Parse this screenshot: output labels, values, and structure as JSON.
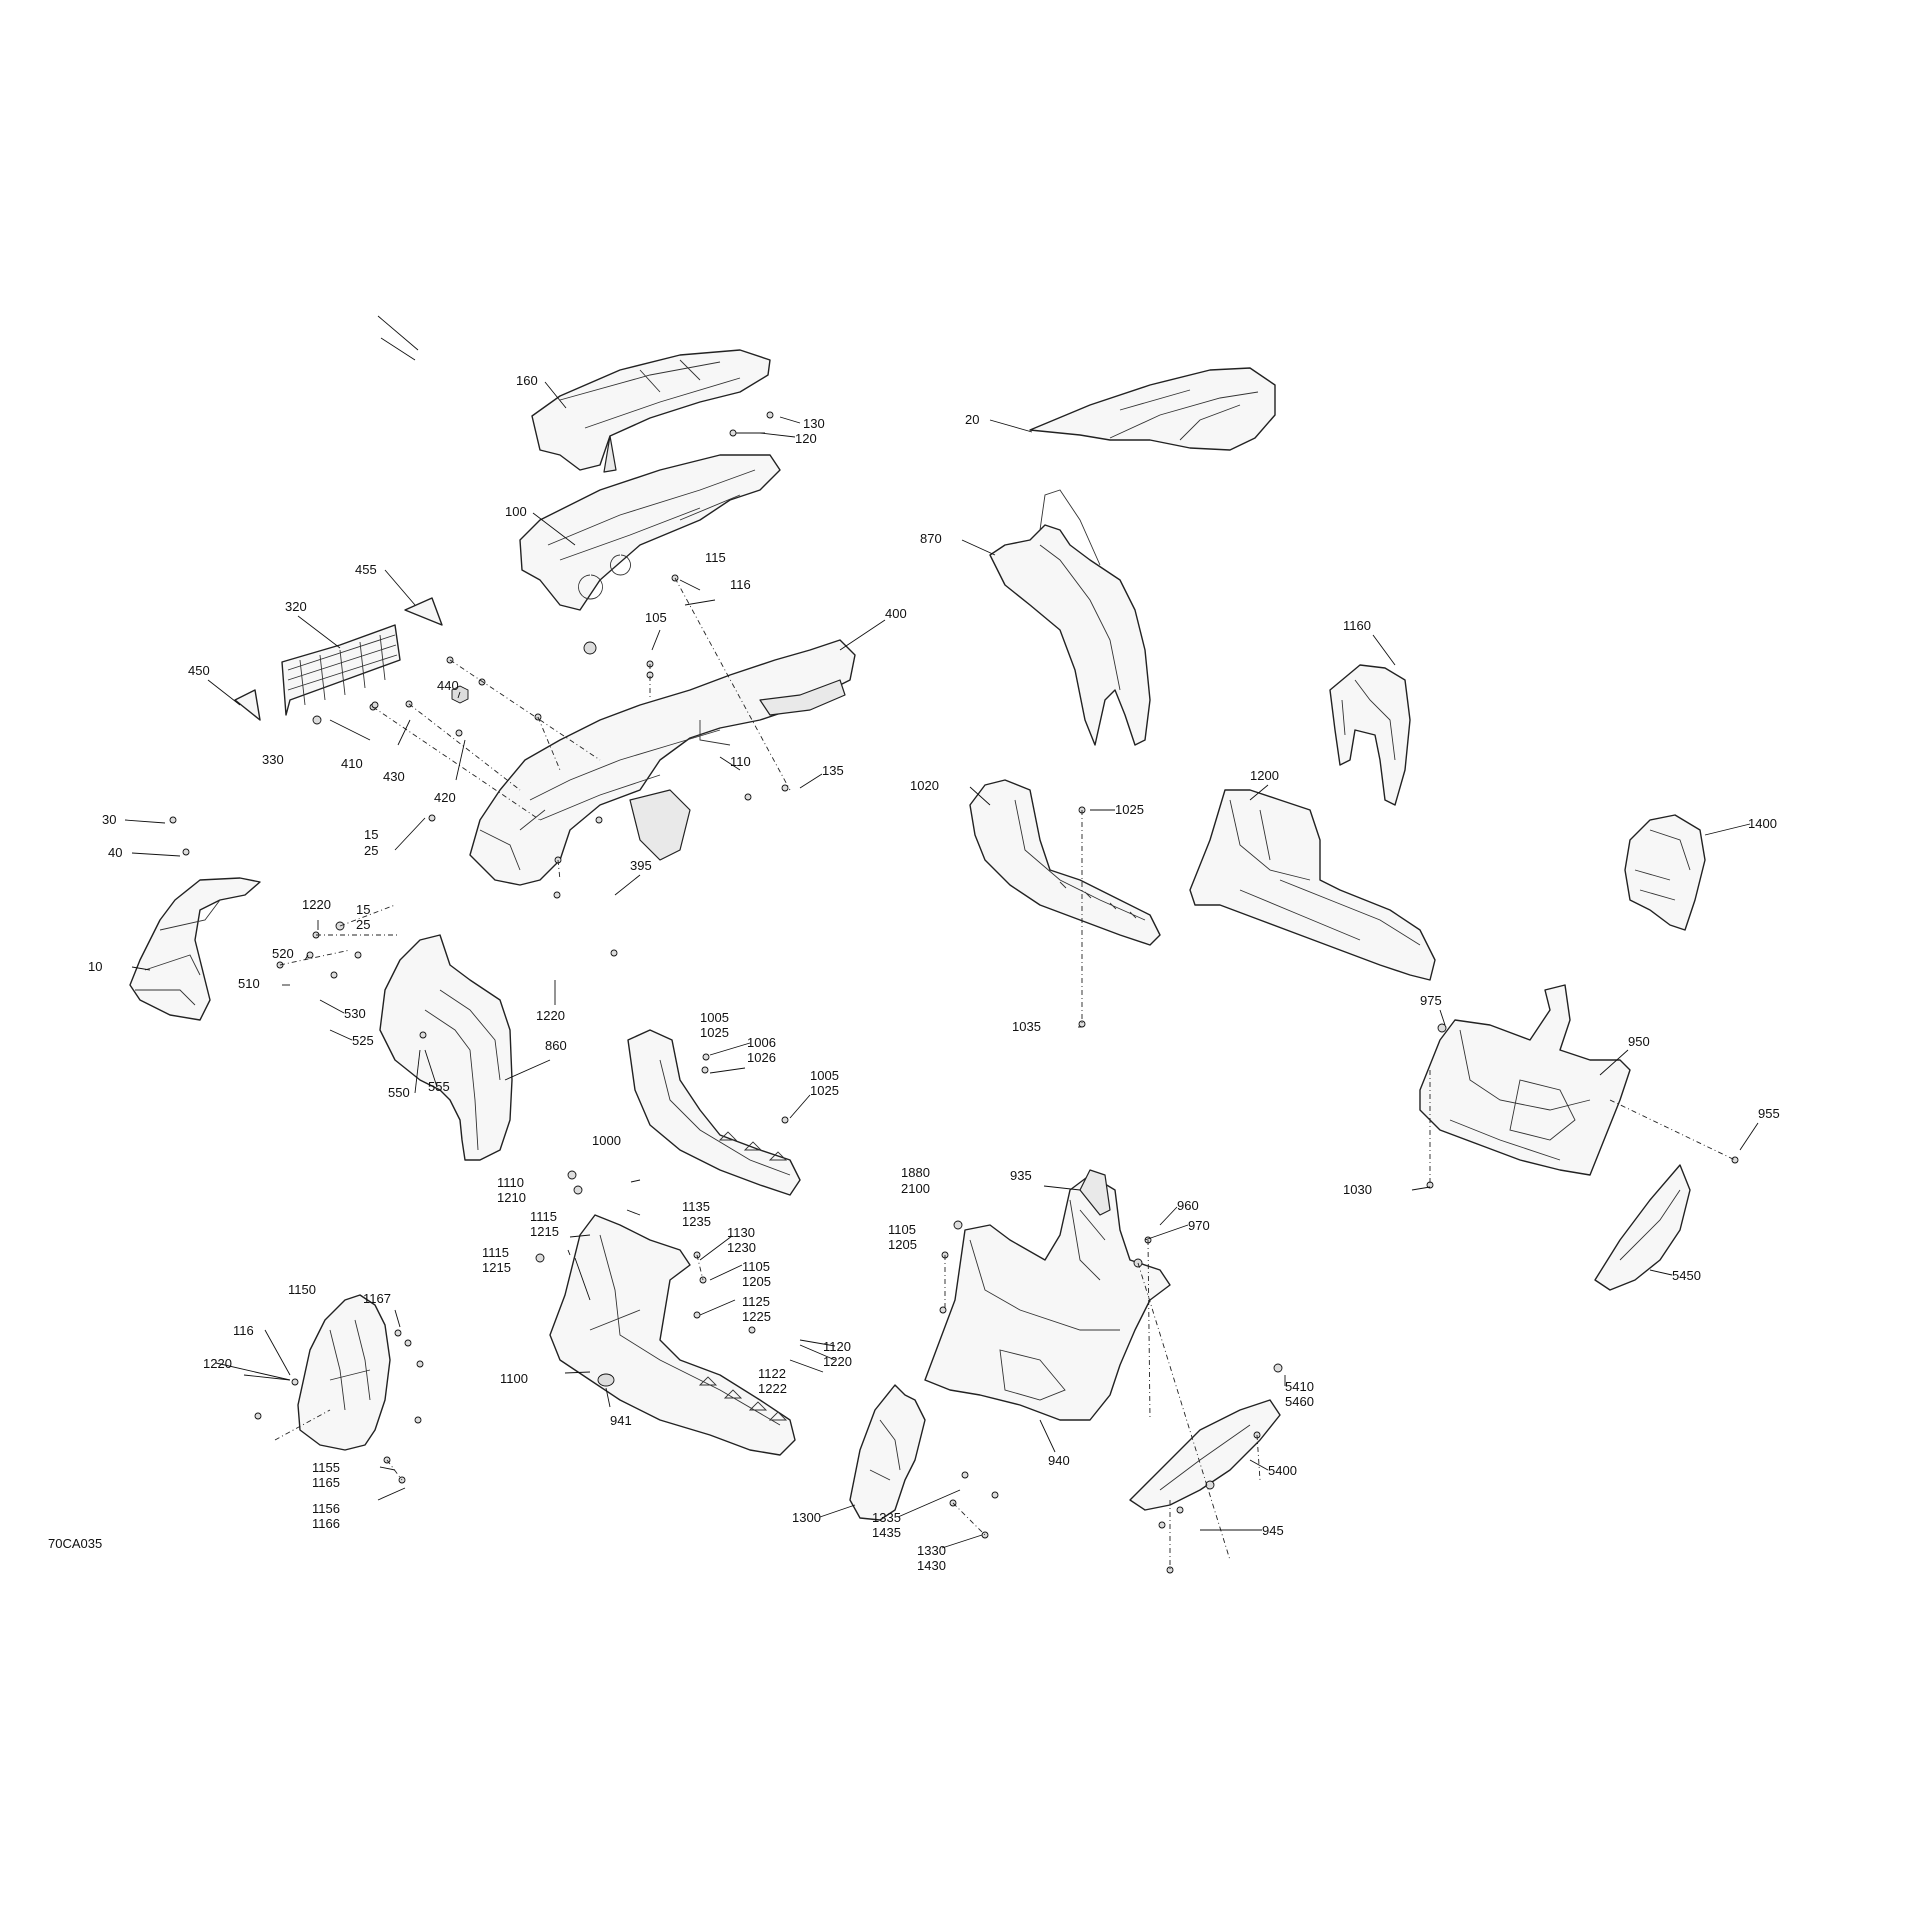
{
  "diagram": {
    "drawing_code": "70CA035",
    "callouts": [
      {
        "id": "c160",
        "text": "160"
      },
      {
        "id": "c130",
        "text": "130"
      },
      {
        "id": "c120",
        "text": "120"
      },
      {
        "id": "c100",
        "text": "100"
      },
      {
        "id": "c20",
        "text": "20"
      },
      {
        "id": "c870",
        "text": "870"
      },
      {
        "id": "c455",
        "text": "455"
      },
      {
        "id": "c320",
        "text": "320"
      },
      {
        "id": "c450",
        "text": "450"
      },
      {
        "id": "c330",
        "text": "330"
      },
      {
        "id": "c115",
        "text": "115"
      },
      {
        "id": "c116a",
        "text": "116"
      },
      {
        "id": "c105",
        "text": "105"
      },
      {
        "id": "c400",
        "text": "400"
      },
      {
        "id": "c440",
        "text": "440"
      },
      {
        "id": "c410",
        "text": "410"
      },
      {
        "id": "c430",
        "text": "430"
      },
      {
        "id": "c420",
        "text": "420"
      },
      {
        "id": "c110",
        "text": "110"
      },
      {
        "id": "c135",
        "text": "135"
      },
      {
        "id": "c1160",
        "text": "1160"
      },
      {
        "id": "c30",
        "text": "30"
      },
      {
        "id": "c40",
        "text": "40"
      },
      {
        "id": "c15a",
        "text": "15"
      },
      {
        "id": "c25a",
        "text": "25"
      },
      {
        "id": "c395",
        "text": "395"
      },
      {
        "id": "c1020",
        "text": "1020"
      },
      {
        "id": "c1025",
        "text": "1025"
      },
      {
        "id": "c1200",
        "text": "1200"
      },
      {
        "id": "c1400",
        "text": "1400"
      },
      {
        "id": "c1220a",
        "text": "1220"
      },
      {
        "id": "c15b",
        "text": "15"
      },
      {
        "id": "c25b",
        "text": "25"
      },
      {
        "id": "c10",
        "text": "10"
      },
      {
        "id": "c520",
        "text": "520"
      },
      {
        "id": "c510",
        "text": "510"
      },
      {
        "id": "c1220b",
        "text": "1220"
      },
      {
        "id": "c1035",
        "text": "1035"
      },
      {
        "id": "c975",
        "text": "975"
      },
      {
        "id": "c530",
        "text": "530"
      },
      {
        "id": "c525",
        "text": "525"
      },
      {
        "id": "c860",
        "text": "860"
      },
      {
        "id": "c1005a",
        "text": "1005"
      },
      {
        "id": "c1025a",
        "text": "1025"
      },
      {
        "id": "c1006",
        "text": "1006"
      },
      {
        "id": "c1026",
        "text": "1026"
      },
      {
        "id": "c950",
        "text": "950"
      },
      {
        "id": "c550",
        "text": "550"
      },
      {
        "id": "c555",
        "text": "555"
      },
      {
        "id": "c1005b",
        "text": "1005"
      },
      {
        "id": "c1025b",
        "text": "1025"
      },
      {
        "id": "c955",
        "text": "955"
      },
      {
        "id": "c1000",
        "text": "1000"
      },
      {
        "id": "c1030",
        "text": "1030"
      },
      {
        "id": "c1880",
        "text": "1880"
      },
      {
        "id": "c2100",
        "text": "2100"
      },
      {
        "id": "c935",
        "text": "935"
      },
      {
        "id": "c1110",
        "text": "1110"
      },
      {
        "id": "c1210",
        "text": "1210"
      },
      {
        "id": "c1135",
        "text": "1135"
      },
      {
        "id": "c1235",
        "text": "1235"
      },
      {
        "id": "c960",
        "text": "960"
      },
      {
        "id": "c1115a",
        "text": "1115"
      },
      {
        "id": "c1215a",
        "text": "1215"
      },
      {
        "id": "c1130",
        "text": "1130"
      },
      {
        "id": "c1230",
        "text": "1230"
      },
      {
        "id": "c970",
        "text": "970"
      },
      {
        "id": "c1105a",
        "text": "1105"
      },
      {
        "id": "c1205a",
        "text": "1205"
      },
      {
        "id": "c1150",
        "text": "1150"
      },
      {
        "id": "c1167",
        "text": "1167"
      },
      {
        "id": "c1115b",
        "text": "1115"
      },
      {
        "id": "c1215b",
        "text": "1215"
      },
      {
        "id": "c1105b",
        "text": "1105"
      },
      {
        "id": "c1205b",
        "text": "1205"
      },
      {
        "id": "c5450",
        "text": "5450"
      },
      {
        "id": "c116b",
        "text": "116"
      },
      {
        "id": "c1125",
        "text": "1125"
      },
      {
        "id": "c1225",
        "text": "1225"
      },
      {
        "id": "c1120",
        "text": "1120"
      },
      {
        "id": "c1220c",
        "text": "1220"
      },
      {
        "id": "c1220d",
        "text": "1220"
      },
      {
        "id": "c1100",
        "text": "1100"
      },
      {
        "id": "c1122",
        "text": "1122"
      },
      {
        "id": "c1222",
        "text": "1222"
      },
      {
        "id": "c5410",
        "text": "5410"
      },
      {
        "id": "c5460",
        "text": "5460"
      },
      {
        "id": "c941",
        "text": "941"
      },
      {
        "id": "c940",
        "text": "940"
      },
      {
        "id": "c1155",
        "text": "1155"
      },
      {
        "id": "c1165",
        "text": "1165"
      },
      {
        "id": "c5400",
        "text": "5400"
      },
      {
        "id": "c1156",
        "text": "1156"
      },
      {
        "id": "c1166",
        "text": "1166"
      },
      {
        "id": "c1300",
        "text": "1300"
      },
      {
        "id": "c1335",
        "text": "1335"
      },
      {
        "id": "c1435",
        "text": "1435"
      },
      {
        "id": "c945",
        "text": "945"
      },
      {
        "id": "c1330",
        "text": "1330"
      },
      {
        "id": "c1430",
        "text": "1430"
      }
    ]
  }
}
